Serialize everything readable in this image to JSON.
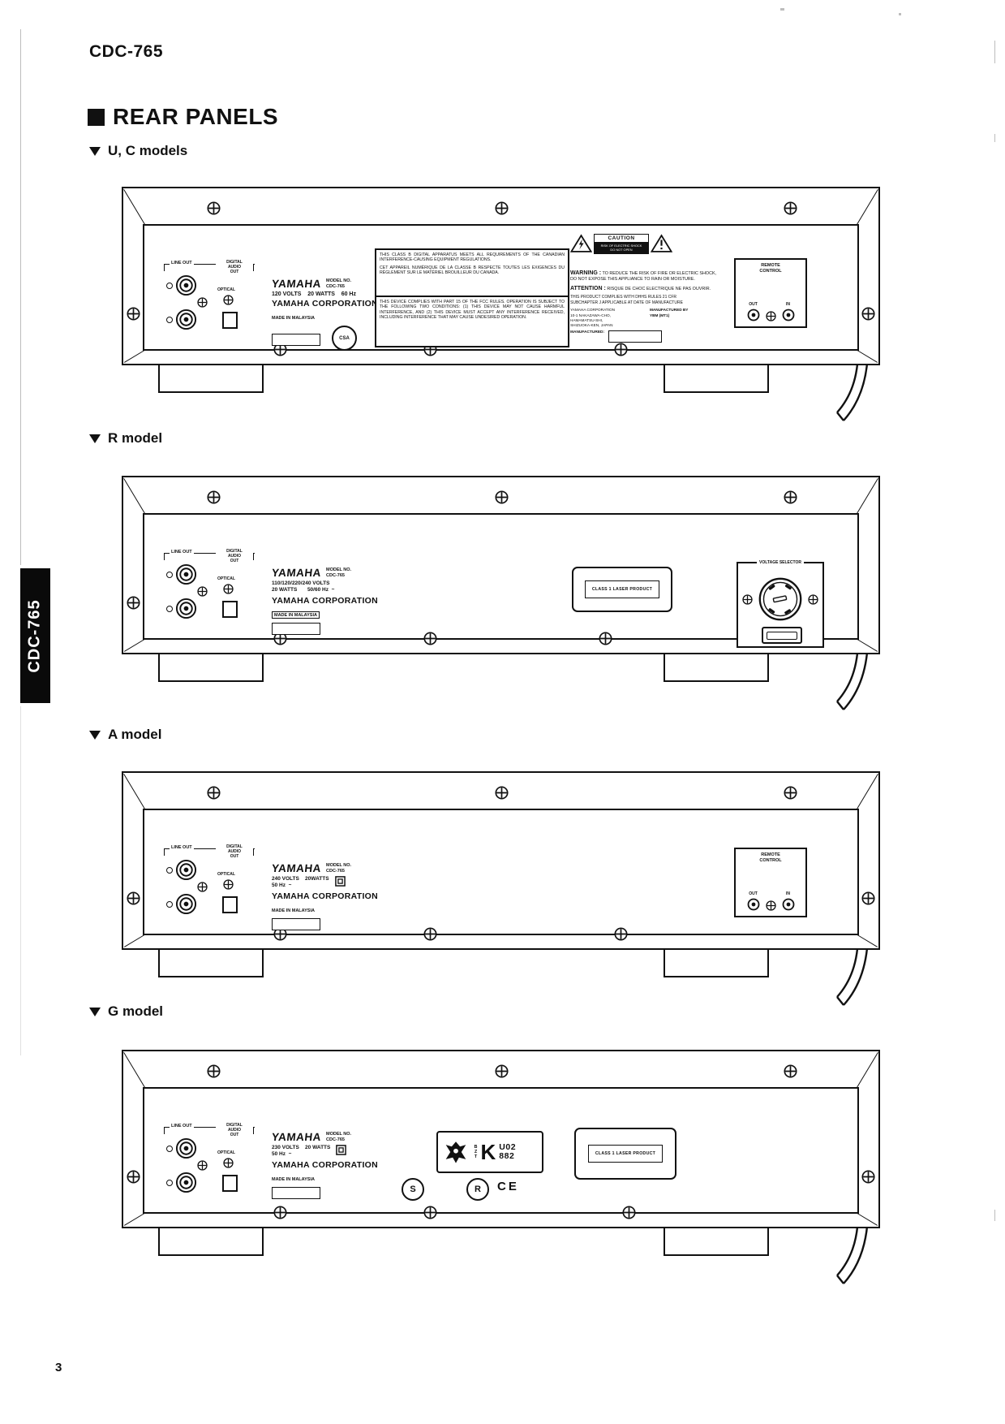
{
  "page": {
    "header_model": "CDC-765",
    "title": "REAR PANELS",
    "side_tab": "CDC-765",
    "page_number": "3"
  },
  "sections": {
    "uc": "U, C models",
    "r": "R model",
    "a": "A model",
    "g": "G model"
  },
  "common": {
    "line_out": "LINE OUT",
    "digital_audio_out": "DIGITAL\nAUDIO\nOUT",
    "optical": "OPTICAL",
    "logo": "YAMAHA",
    "model_no_label": "MODEL NO.",
    "model_no": "CDC-765",
    "corporation": "YAMAHA CORPORATION",
    "made_in": "MADE IN MALAYSIA",
    "remote_control": "REMOTE\nCONTROL",
    "out_label": "OUT",
    "in_label": "IN",
    "class1_laser": "CLASS 1 LASER PRODUCT"
  },
  "uc": {
    "power": "120 VOLTS    20 WATTS    60 Hz",
    "canadian_en": "THIS CLASS B DIGITAL APPARATUS MEETS ALL REQUIREMENTS OF THE CANADIAN INTERFERENCE-CAUSING EQUIPMENT REGULATIONS.",
    "canadian_fr": "CET APPAREIL NUMÉRIQUE DE LA CLASSE B RESPECTE TOUTES LES EXIGENCES DU RÈGLEMENT SUR LE MATÉRIEL BROUILLEUR DU CANADA.",
    "fcc": "THIS DEVICE COMPLIES WITH PART 15 OF THE FCC RULES. OPERATION IS SUBJECT TO THE FOLLOWING TWO CONDITIONS: (1) THIS DEVICE MAY NOT CAUSE HARMFUL INTERFERENCE, AND (2) THIS DEVICE MUST ACCEPT ANY INTERFERENCE RECEIVED, INCLUDING INTERFERENCE THAT MAY CAUSE UNDESIRED OPERATION.",
    "caution": "CAUTION",
    "caution_sub": "RISK OF ELECTRIC SHOCK\nDO NOT OPEN",
    "warning_label": "WARNING :",
    "warning_text": "TO REDUCE THE RISK OF FIRE OR ELECTRIC SHOCK, DO NOT EXPOSE THIS APPLIANCE TO RAIN OR MOISTURE.",
    "attention_label": "ATTENTION :",
    "attention_text": "RISQUE DE CHOC ELECTRIQUE NE PAS OUVRIR.",
    "dhhs": "THIS PRODUCT COMPLIES WITH DHHS RULES 21 CFR SUBCHAPTER J APPLICABLE AT DATE OF MANUFACTURE",
    "address": "YAMAHA CORPORATION\n10-1 NAKAZAWA-CHO,\nHAMAMATSU-SHI,\nSHIZUOKA-KEN, JAPAN",
    "manufactured_by": "MANUFACTURED BY\nYBM (MT1)",
    "manufactured_label": "MANUFACTURED:",
    "csa": "CSA"
  },
  "r": {
    "power_volts": "110/120/220/240 VOLTS",
    "power_watts": "20 WATTS       50/60 Hz  ~",
    "voltage_selector": "VOLTAGE SELECTOR"
  },
  "a": {
    "power_volts": "240 VOLTS    20WATTS",
    "power_hz": "50 Hz  ~"
  },
  "g": {
    "power_volts": "230 VOLTS    20 WATTS",
    "power_hz": "50 Hz  ~",
    "cert_bzt": "BZT",
    "cert_k": "K",
    "cert_u02": "U02",
    "cert_882": "882",
    "mark_s": "S",
    "mark_r": "R",
    "mark_ce": "CE"
  }
}
